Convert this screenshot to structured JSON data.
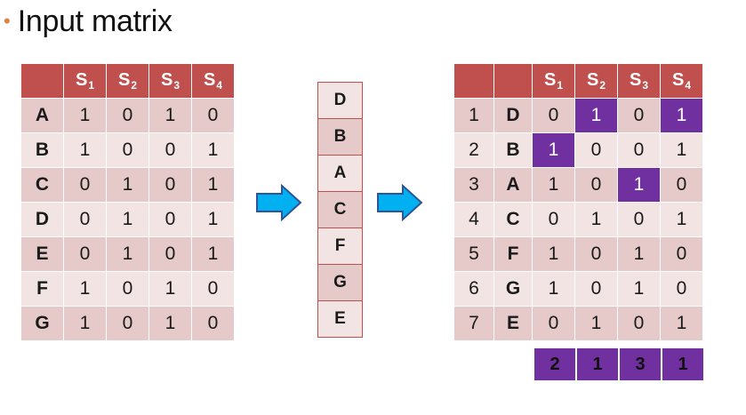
{
  "title": {
    "text": "Input matrix"
  },
  "input_table": {
    "columns": [
      "S",
      "S",
      "S",
      "S"
    ],
    "column_subscripts": [
      "1",
      "2",
      "3",
      "4"
    ],
    "rows": [
      {
        "label": "A",
        "values": [
          "1",
          "0",
          "1",
          "0"
        ]
      },
      {
        "label": "B",
        "values": [
          "1",
          "0",
          "0",
          "1"
        ]
      },
      {
        "label": "C",
        "values": [
          "0",
          "1",
          "0",
          "1"
        ]
      },
      {
        "label": "D",
        "values": [
          "0",
          "1",
          "0",
          "1"
        ]
      },
      {
        "label": "E",
        "values": [
          "0",
          "1",
          "0",
          "1"
        ]
      },
      {
        "label": "F",
        "values": [
          "1",
          "0",
          "1",
          "0"
        ]
      },
      {
        "label": "G",
        "values": [
          "1",
          "0",
          "1",
          "0"
        ]
      }
    ]
  },
  "permutation": [
    "D",
    "B",
    "A",
    "C",
    "F",
    "G",
    "E"
  ],
  "permuted_table": {
    "columns": [
      "S",
      "S",
      "S",
      "S"
    ],
    "column_subscripts": [
      "1",
      "2",
      "3",
      "4"
    ],
    "rows": [
      {
        "index": "1",
        "label": "D",
        "values": [
          "0",
          "1",
          "0",
          "1"
        ],
        "highlight": [
          false,
          true,
          false,
          true
        ]
      },
      {
        "index": "2",
        "label": "B",
        "values": [
          "1",
          "0",
          "0",
          "1"
        ],
        "highlight": [
          true,
          false,
          false,
          false
        ]
      },
      {
        "index": "3",
        "label": "A",
        "values": [
          "1",
          "0",
          "1",
          "0"
        ],
        "highlight": [
          false,
          false,
          true,
          false
        ]
      },
      {
        "index": "4",
        "label": "C",
        "values": [
          "0",
          "1",
          "0",
          "1"
        ],
        "highlight": [
          false,
          false,
          false,
          false
        ]
      },
      {
        "index": "5",
        "label": "F",
        "values": [
          "1",
          "0",
          "1",
          "0"
        ],
        "highlight": [
          false,
          false,
          false,
          false
        ]
      },
      {
        "index": "6",
        "label": "G",
        "values": [
          "1",
          "0",
          "1",
          "0"
        ],
        "highlight": [
          false,
          false,
          false,
          false
        ]
      },
      {
        "index": "7",
        "label": "E",
        "values": [
          "0",
          "1",
          "0",
          "1"
        ],
        "highlight": [
          false,
          false,
          false,
          false
        ]
      }
    ]
  },
  "signature": [
    "2",
    "1",
    "3",
    "1"
  ],
  "colors": {
    "header": "#c0504d",
    "row_dark": "#e6c9c9",
    "row_light": "#f3e4e4",
    "highlight": "#7030a0",
    "arrow_fill": "#00b0f0",
    "arrow_stroke": "#2f5597",
    "bullet": "#e0823a"
  },
  "icons": [
    "right-arrow-icon",
    "right-arrow-icon"
  ]
}
